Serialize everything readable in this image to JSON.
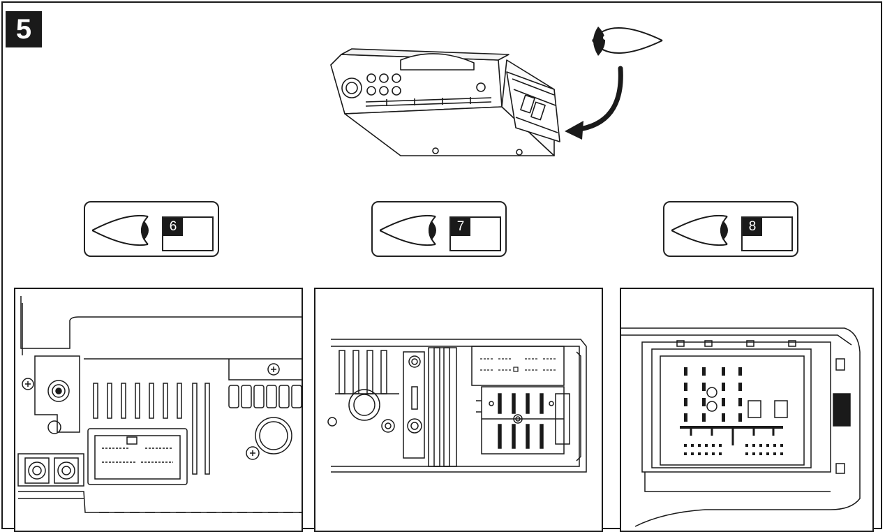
{
  "step": {
    "number": "5"
  },
  "views": [
    {
      "ref": "6"
    },
    {
      "ref": "7"
    },
    {
      "ref": "8"
    }
  ],
  "icons": {
    "eye": "eye-icon",
    "arrow": "curved-arrow-icon"
  },
  "colors": {
    "ink": "#1a1a1a",
    "paper": "#ffffff"
  }
}
